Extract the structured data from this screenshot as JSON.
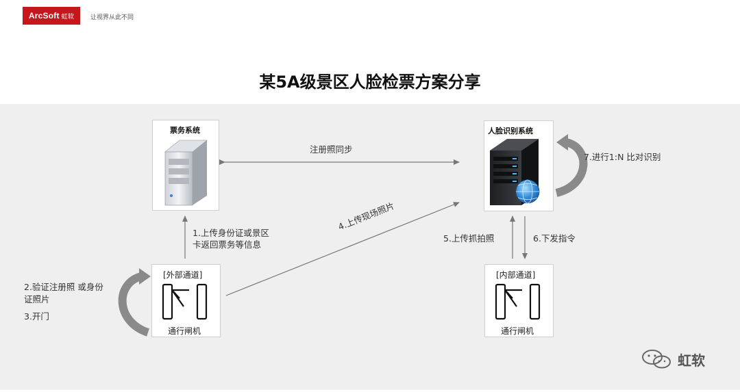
{
  "header": {
    "logo_text": "ArcSoft",
    "logo_cn": "虹软",
    "slogan": "让视界从此不同"
  },
  "title": "某5A级景区人脸检票方案分享",
  "ticket_system": {
    "label": "票务系统"
  },
  "face_system": {
    "label": "人脸识别系统"
  },
  "outer_gate": {
    "header": "[外部通道]",
    "caption": "通行闸机"
  },
  "inner_gate": {
    "header": "[内部通道]",
    "caption": "通行闸机"
  },
  "flows": {
    "sync": "注册照同步",
    "step1_line1": "1.上传身份证或景区",
    "step1_line2": "卡返回票务等信息",
    "step2_line1": "2.验证注册照 或身份",
    "step2_line2": "证照片",
    "step3": "3.开门",
    "step4": "4.上传现场照片",
    "step5": "5.上传抓拍照",
    "step6": "6.下发指令",
    "step7": "7.进行1:N 比对识别"
  },
  "watermark": {
    "text": "虹软"
  },
  "colors": {
    "brand_red": "#c8161d",
    "panel_bg": "#efefef",
    "arrow_gray": "#8a8a8a"
  }
}
